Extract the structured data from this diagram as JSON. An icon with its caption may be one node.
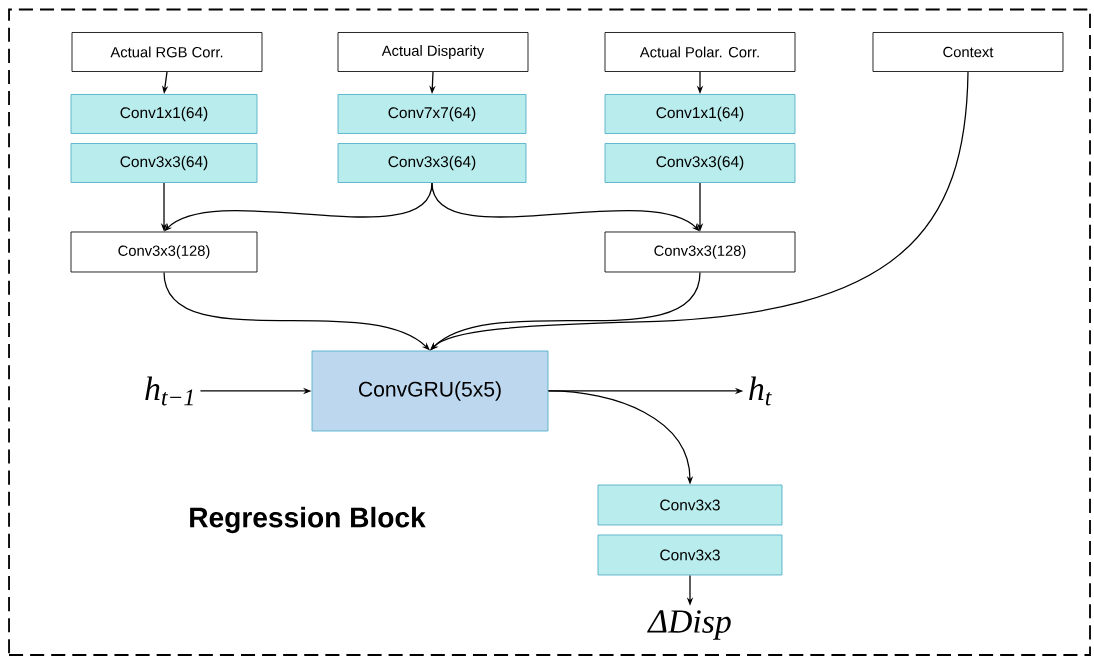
{
  "diagram": {
    "nodes": [
      {
        "text": [
          "Regression Block"
        ]
      },
      {
        "text": [
          "Actual RGB Corr."
        ],
        "in": 0
      },
      {
        "text": [
          "Actual Disparity"
        ],
        "in": 0
      },
      {
        "text": [
          "Actual Polar. Corr."
        ],
        "in": 0
      },
      {
        "text": [
          "Context"
        ],
        "in": 0
      },
      {
        "text": [
          "Conv1x1(64)"
        ],
        "in": 0
      },
      {
        "text": [
          "Conv7x7(64)"
        ],
        "in": 0
      },
      {
        "text": [
          "Conv1x1(64)"
        ],
        "in": 0
      },
      {
        "text": [
          "Conv3x3(64)"
        ],
        "in": 0
      },
      {
        "text": [
          "Conv3x3(64)"
        ],
        "in": 0
      },
      {
        "text": [
          "Conv3x3(64)"
        ],
        "in": 0
      },
      {
        "text": [
          "Conv3x3(128)"
        ],
        "in": 0
      },
      {
        "text": [
          "Conv3x3(128)"
        ],
        "in": 0
      },
      {
        "text": [
          "h$_{t−1}$"
        ],
        "in": 0
      },
      {
        "text": [
          "ConvGRU(5x5)"
        ],
        "in": 0
      },
      {
        "text": [
          "h$_{t}$"
        ],
        "in": 0
      },
      {
        "text": [
          "Conv3x3"
        ],
        "in": 0
      },
      {
        "text": [
          "Conv3x3"
        ],
        "in": 0
      },
      {
        "text": [
          "ΔDisp"
        ],
        "in": 0
      }
    ],
    "edges": [
      {
        "from": 1,
        "to": 5,
        "arrow": "to"
      },
      {
        "from": 2,
        "to": 6,
        "arrow": "to"
      },
      {
        "from": 3,
        "to": 7,
        "arrow": "to"
      },
      {
        "from": 8,
        "to": 11,
        "arrow": "to"
      },
      {
        "from": 9,
        "to": 11,
        "arrow": "to"
      },
      {
        "from": 9,
        "to": 12,
        "arrow": "to"
      },
      {
        "from": 10,
        "to": 12,
        "arrow": "to"
      },
      {
        "from": 11,
        "to": 14,
        "arrow": "to"
      },
      {
        "from": 12,
        "to": 14,
        "arrow": "to"
      },
      {
        "from": 4,
        "to": 14,
        "arrow": "to"
      },
      {
        "from": 13,
        "to": 14,
        "arrow": "to"
      },
      {
        "from": 14,
        "to": 15,
        "arrow": "to"
      },
      {
        "from": 14,
        "to": 16,
        "arrow": "to"
      },
      {
        "from": 17,
        "to": 18,
        "arrow": "to"
      }
    ]
  }
}
